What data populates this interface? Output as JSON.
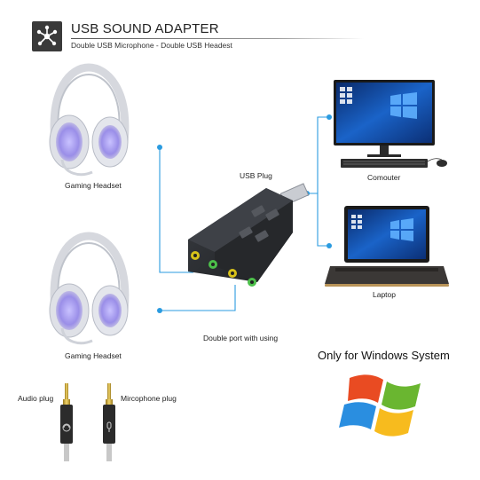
{
  "header": {
    "title": "USB SOUND ADAPTER",
    "subtitle": "Double USB Microphone - Double USB Headest",
    "logo_icon": "network-nodes-icon"
  },
  "labels": {
    "usb_plug": "USB Plug",
    "computer": "Comouter",
    "laptop": "Laptop",
    "headset_1": "Gaming Headset",
    "headset_2": "Gaming Headset",
    "double_port": "Double port with using",
    "audio_plug": "Audio plug",
    "mic_plug": "Mircophone plug",
    "windows_note": "Only for Windows System"
  },
  "colors": {
    "connector_line": "#2a9be0",
    "logo_bg": "#3a3a3a",
    "port_yellow": "#d8c21a",
    "port_green": "#4cc04a",
    "device_body": "#2b2d30"
  }
}
